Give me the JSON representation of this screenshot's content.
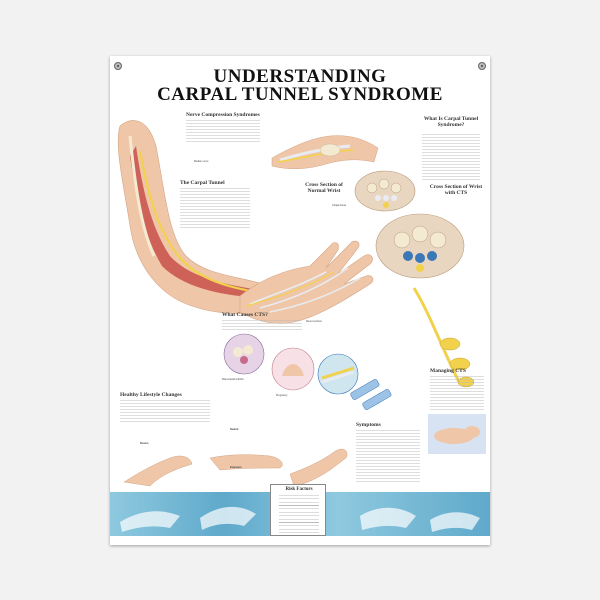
{
  "poster": {
    "title_line1": "UNDERSTANDING",
    "title_line2": "CARPAL TUNNEL SYNDROME"
  },
  "sections": {
    "nerve_compression": {
      "heading": "Nerve Compression Syndromes"
    },
    "carpal_tunnel": {
      "heading": "The Carpal Tunnel"
    },
    "cross_section_normal": {
      "heading": "Cross Section of Normal Wrist"
    },
    "what_is_cts": {
      "heading": "What Is Carpal Tunnel Syndrome?"
    },
    "cross_section_cts": {
      "heading": "Cross Section of Wrist with CTS"
    },
    "what_causes": {
      "heading": "What Causes CTS?"
    },
    "healthy_lifestyle": {
      "heading": "Healthy Lifestyle Changes"
    },
    "symptoms": {
      "heading": "Symptoms"
    },
    "managing_cts": {
      "heading": "Managing CTS"
    },
    "risk_factors": {
      "heading": "Risk Factors"
    }
  },
  "labels": {
    "median_nerve": "Median nerve",
    "flexor_tendons": "Flexor tendons",
    "carpal_bones": "Carpal bones",
    "rheumatoid_arthritis": "Rheumatoid Arthritis",
    "pregnancy": "Pregnancy",
    "flexion": "Flexion",
    "neutral": "Neutral",
    "extension": "Extension"
  },
  "colors": {
    "title": "#111111",
    "poster_bg": "#ffffff",
    "nerve": "#f2d24c",
    "muscle": "#c8504a",
    "skin": "#efc7a8",
    "bone": "#f4ead2",
    "tendon": "#e8ecf2",
    "accent_blue": "#3b78b8",
    "band_blue": "#8ec9df"
  }
}
